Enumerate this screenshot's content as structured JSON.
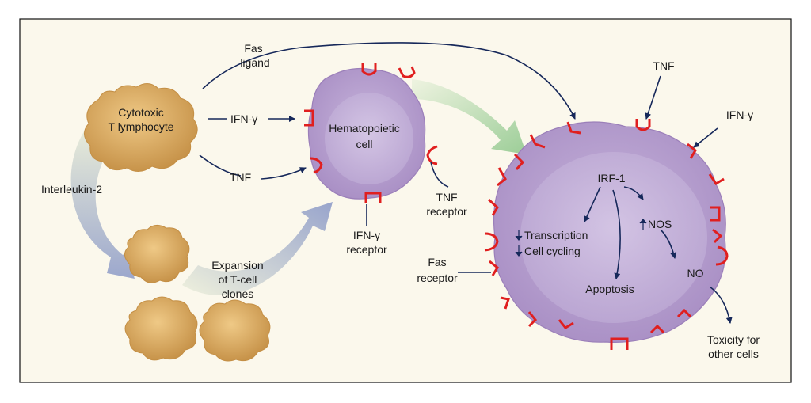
{
  "colors": {
    "background": "#fbf8ec",
    "border": "#111111",
    "lymphocyte": "#e0b56d",
    "lymphocyte_edge": "#c48f45",
    "cell_purple": "#b9a3d0",
    "cell_purple_light": "#cdbde0",
    "cell_purple_edge": "#9b7fb9",
    "receptor": "#e01f1f",
    "arrow": "#16285a",
    "flow_blue": "#9aa6cc",
    "flow_green": "#9fcf9a"
  },
  "labels": {
    "cytotoxic_line1": "Cytotoxic",
    "cytotoxic_line2": "T lymphocyte",
    "fas_ligand_line1": "Fas",
    "fas_ligand_line2": "ligand",
    "ifn_gamma_left": "IFN-γ",
    "tnf_left": "TNF",
    "interleukin": "Interleukin-2",
    "expansion_line1": "Expansion",
    "expansion_line2": "of T-cell",
    "expansion_line3": "clones",
    "hematopoietic_line1": "Hematopoietic",
    "hematopoietic_line2": "cell",
    "tnf_receptor_line1": "TNF",
    "tnf_receptor_line2": "receptor",
    "ifn_receptor_line1": "IFN-γ",
    "ifn_receptor_line2": "receptor",
    "fas_receptor_line1": "Fas",
    "fas_receptor_line2": "receptor",
    "tnf_top": "TNF",
    "ifn_gamma_right": "IFN-γ",
    "irf1": "IRF-1",
    "transcription": "Transcription",
    "cell_cycling": "Cell cycling",
    "nos": "NOS",
    "apoptosis": "Apoptosis",
    "no": "NO",
    "toxicity_line1": "Toxicity for",
    "toxicity_line2": "other cells"
  }
}
